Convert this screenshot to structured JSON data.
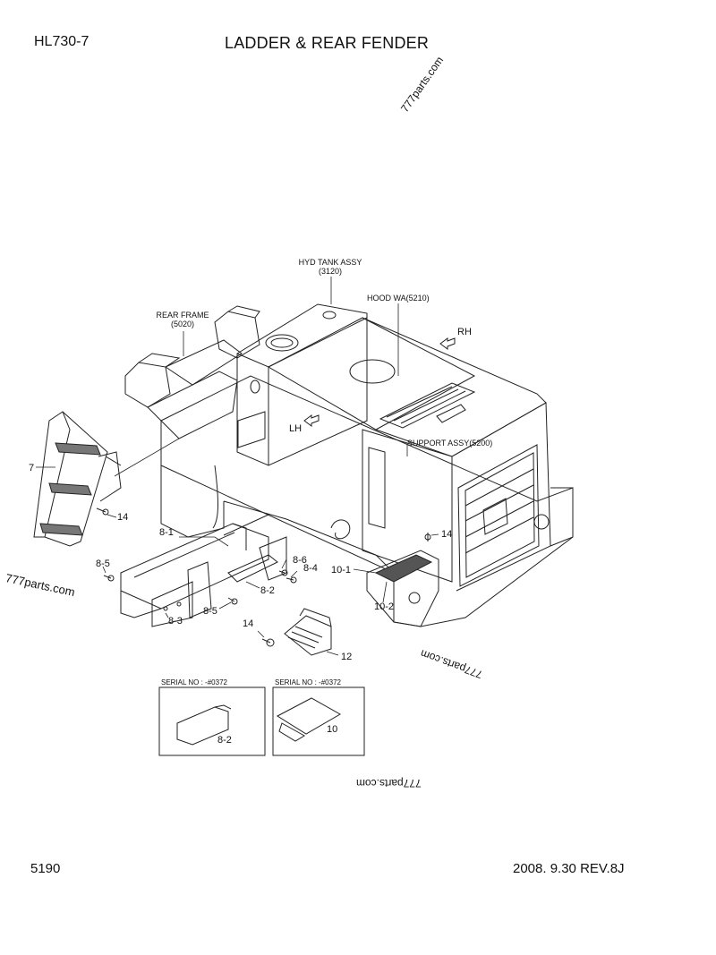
{
  "header": {
    "model": "HL730-7",
    "title": "LADDER & REAR FENDER"
  },
  "footer": {
    "page_number": "5190",
    "revision": "2008. 9.30  REV.8J"
  },
  "watermarks": [
    "777parts.com",
    "777parts.com",
    "777parts.com",
    "777parts.com"
  ],
  "callouts": {
    "hyd_tank_line1": "HYD TANK ASSY",
    "hyd_tank_line2": "(3120)",
    "hood": "HOOD WA(5210)",
    "rear_frame_line1": "REAR FRAME",
    "rear_frame_line2": "(5020)",
    "rh": "RH",
    "lh": "LH",
    "support": "SUPPORT ASSY(5200)"
  },
  "part_labels": {
    "p7": "7",
    "p14a": "14",
    "p14b": "14",
    "p14c": "14",
    "p8_1": "8-1",
    "p8_5a": "8-5",
    "p8_5b": "8-5",
    "p8_6": "8-6",
    "p8_4": "8-4",
    "p8_2": "8-2",
    "p8_3": "8-3",
    "p10_1": "10-1",
    "p10_2": "10-2",
    "p12": "12"
  },
  "inset_boxes": [
    {
      "title": "SERIAL NO : -#0372",
      "label": "8-2"
    },
    {
      "title": "SERIAL NO : -#0372",
      "label": "10"
    }
  ]
}
